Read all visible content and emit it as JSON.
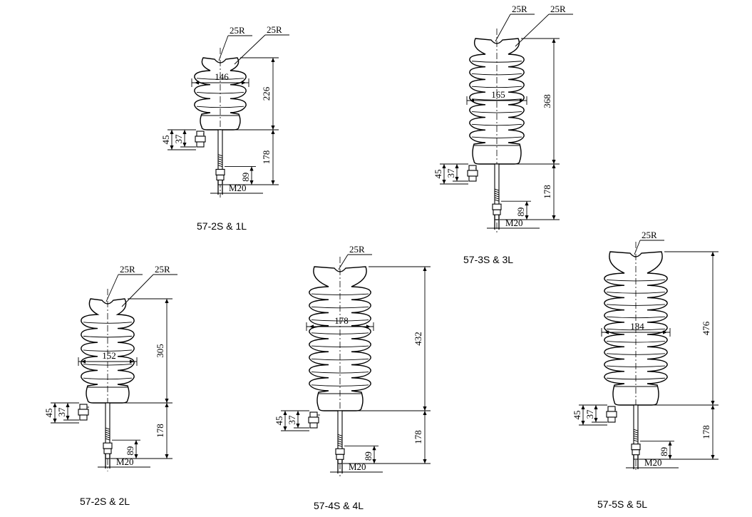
{
  "insulators": [
    {
      "id": "a",
      "model": "57-2S & 1L",
      "radius_left": "25R",
      "radius_right": "25R",
      "diameter": "146",
      "height": "226",
      "pin_length": "178",
      "nut_height": "89",
      "bracket_outer": "45",
      "bracket_inner": "37",
      "thread": "M20"
    },
    {
      "id": "b",
      "model": "57-3S & 3L",
      "radius_left": "25R",
      "radius_right": "25R",
      "diameter": "165",
      "height": "368",
      "pin_length": "178",
      "nut_height": "89",
      "bracket_outer": "45",
      "bracket_inner": "37",
      "thread": "M20"
    },
    {
      "id": "c",
      "model": "57-2S & 2L",
      "radius_left": "25R",
      "radius_right": "25R",
      "diameter": "152",
      "height": "305",
      "pin_length": "178",
      "nut_height": "89",
      "bracket_outer": "45",
      "bracket_inner": "37",
      "thread": "M20"
    },
    {
      "id": "d",
      "model": "57-4S & 4L",
      "radius_left": "25R",
      "diameter": "178",
      "height": "432",
      "pin_length": "178",
      "nut_height": "89",
      "bracket_outer": "45",
      "bracket_inner": "37",
      "thread": "M20"
    },
    {
      "id": "e",
      "model": "57-5S & 5L",
      "radius_left": "25R",
      "diameter": "184",
      "height": "476",
      "pin_length": "178",
      "nut_height": "89",
      "bracket_outer": "45",
      "bracket_inner": "37",
      "thread": "M20"
    }
  ]
}
